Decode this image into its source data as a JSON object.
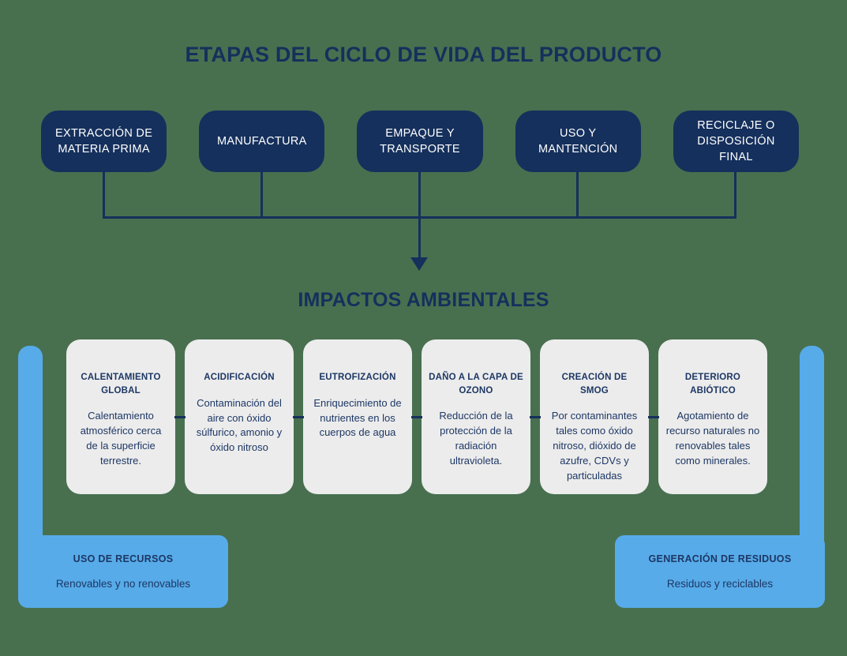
{
  "colors": {
    "background": "#48704F",
    "navy": "#15305C",
    "card_bg": "#ECECEC",
    "card_text": "#1D3765",
    "blue": "#57ABE9",
    "white_text": "#FFFFFF"
  },
  "header": {
    "title": "ETAPAS DEL CICLO DE VIDA DEL PRODUCTO"
  },
  "stages": [
    {
      "label": "EXTRACCIÓN DE MATERIA PRIMA"
    },
    {
      "label": "MANUFACTURA"
    },
    {
      "label": "EMPAQUE Y TRANSPORTE"
    },
    {
      "label": "USO Y MANTENCIÓN"
    },
    {
      "label": "RECICLAJE O DISPOSICIÓN FINAL"
    }
  ],
  "impacts_section": {
    "title": "IMPACTOS AMBIENTALES"
  },
  "impacts": [
    {
      "title": "CALENTAMIENTO GLOBAL",
      "description": "Calentamiento atmosférico cerca de la superficie terrestre."
    },
    {
      "title": "ACIDIFICACIÓN",
      "description": "Contaminación del aire con óxido súlfurico, amonio y óxido nitroso"
    },
    {
      "title": "EUTROFIZACIÓN",
      "description": "Enriquecimiento de nutrientes en los cuerpos de agua"
    },
    {
      "title": "DAÑO A LA CAPA DE OZONO",
      "description": "Reducción de la protección de la radiación ultravioleta."
    },
    {
      "title": "CREACIÓN DE SMOG",
      "description": "Por contaminantes tales como óxido nitroso, dióxido de azufre, CDVs  y particuladas"
    },
    {
      "title": "DETERIORO ABIÓTICO",
      "description": "Agotamiento de recurso naturales no renovables tales como minerales."
    }
  ],
  "resource_use_box": {
    "title": "USO DE RECURSOS",
    "subtitle": "Renovables y no renovables"
  },
  "waste_box": {
    "title": "GENERACIÓN DE RESIDUOS",
    "subtitle": "Residuos y reciclables"
  }
}
